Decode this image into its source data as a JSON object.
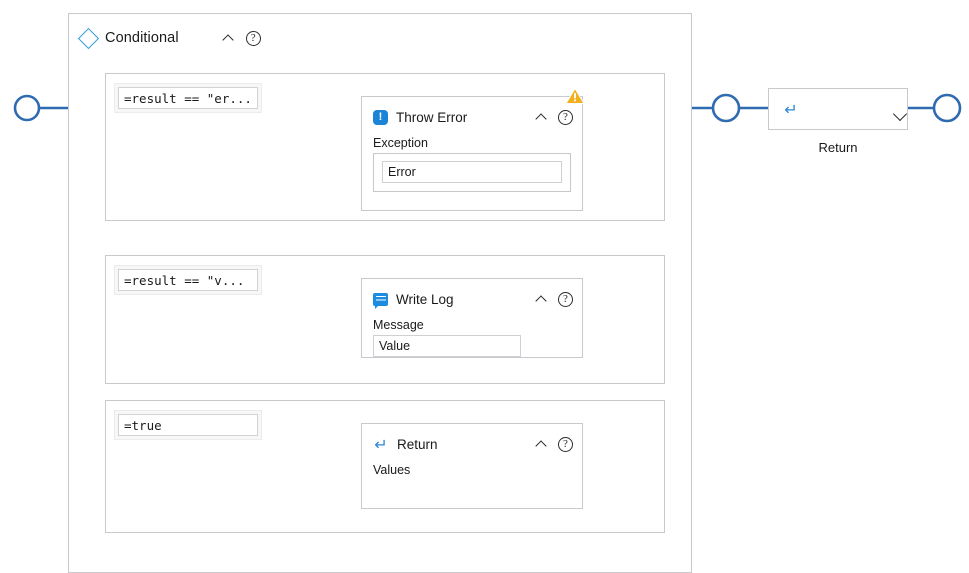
{
  "canvas": {
    "background": "#ffffff",
    "wire_color": "#2f6bb0",
    "border_color": "#c8c8cd",
    "accent_blue": "#1b84d6",
    "warning_color": "#f2b01e"
  },
  "container": {
    "title": "Conditional",
    "icon": "diamond-icon",
    "collapse_icon": "chevron-up-icon",
    "help_icon": "help-icon"
  },
  "branches": [
    {
      "condition": "=result == \"er...",
      "node": {
        "title": "Throw Error",
        "icon": "error-icon",
        "collapse_icon": "chevron-up-icon",
        "help_icon": "help-icon",
        "field_label": "Exception",
        "field_value": "Error",
        "has_warning": true,
        "warning_icon": "warning-triangle-icon"
      }
    },
    {
      "condition": "=result == \"v...",
      "node": {
        "title": "Write Log",
        "icon": "log-message-icon",
        "collapse_icon": "chevron-up-icon",
        "help_icon": "help-icon",
        "field_label": "Message",
        "field_value": "Value",
        "has_warning": false
      }
    },
    {
      "condition": "=true",
      "node": {
        "title": "Return",
        "icon": "enter-arrow-icon",
        "collapse_icon": "chevron-up-icon",
        "help_icon": "help-icon",
        "field_label": "Values",
        "field_value": "",
        "has_warning": false
      }
    }
  ],
  "return_node": {
    "caption": "Return",
    "icon": "enter-arrow-icon",
    "expand_icon": "chevron-down-icon"
  },
  "glyphs": {
    "enter_arrow": "↵",
    "question": "?",
    "exclamation": "!"
  }
}
